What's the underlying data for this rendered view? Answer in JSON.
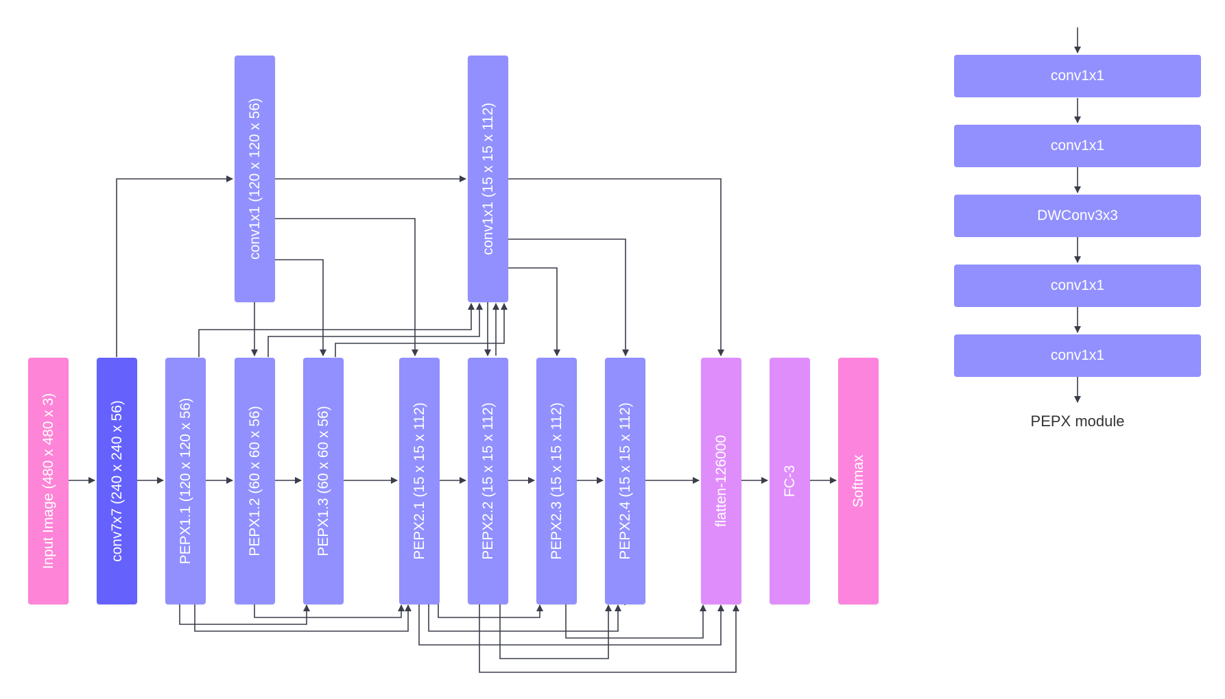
{
  "colors": {
    "input": "#fd84d6",
    "stem": "#6461fd",
    "pepx": "#9190fe",
    "head": "#e08dfc",
    "softmax": "#fd84dc",
    "line": "#3a3d4a"
  },
  "main_nodes": [
    {
      "id": "input",
      "label": "Input Image (480 x 480 x 3)",
      "color": "input"
    },
    {
      "id": "conv7",
      "label": "conv7x7 (240 x 240 x 56)",
      "color": "stem"
    },
    {
      "id": "p11",
      "label": "PEPX1.1 (120 x 120 x 56)",
      "color": "pepx"
    },
    {
      "id": "p12",
      "label": "PEPX1.2 (60 x 60 x 56)",
      "color": "pepx"
    },
    {
      "id": "p13",
      "label": "PEPX1.3 (60 x 60 x 56)",
      "color": "pepx"
    },
    {
      "id": "p21",
      "label": "PEPX2.1 (15 x 15 x 112)",
      "color": "pepx"
    },
    {
      "id": "p22",
      "label": "PEPX2.2 (15 x 15 x 112)",
      "color": "pepx"
    },
    {
      "id": "p23",
      "label": "PEPX2.3 (15 x 15 x 112)",
      "color": "pepx"
    },
    {
      "id": "p24",
      "label": "PEPX2.4 (15 x 15 x 112)",
      "color": "pepx"
    },
    {
      "id": "flatten",
      "label": "flatten-126000",
      "color": "head"
    },
    {
      "id": "fc",
      "label": "FC-3",
      "color": "head"
    },
    {
      "id": "softmax",
      "label": "Softmax",
      "color": "softmax"
    }
  ],
  "proj_nodes": [
    {
      "id": "c1",
      "label": "conv1x1 (120 x 120 x 56)",
      "color": "pepx"
    },
    {
      "id": "c2",
      "label": "conv1x1 (15 x 15 x 112)",
      "color": "pepx"
    }
  ],
  "module": {
    "blocks": [
      "conv1x1",
      "conv1x1",
      "DWConv3x3",
      "conv1x1",
      "conv1x1"
    ],
    "caption": "PEPX module"
  }
}
